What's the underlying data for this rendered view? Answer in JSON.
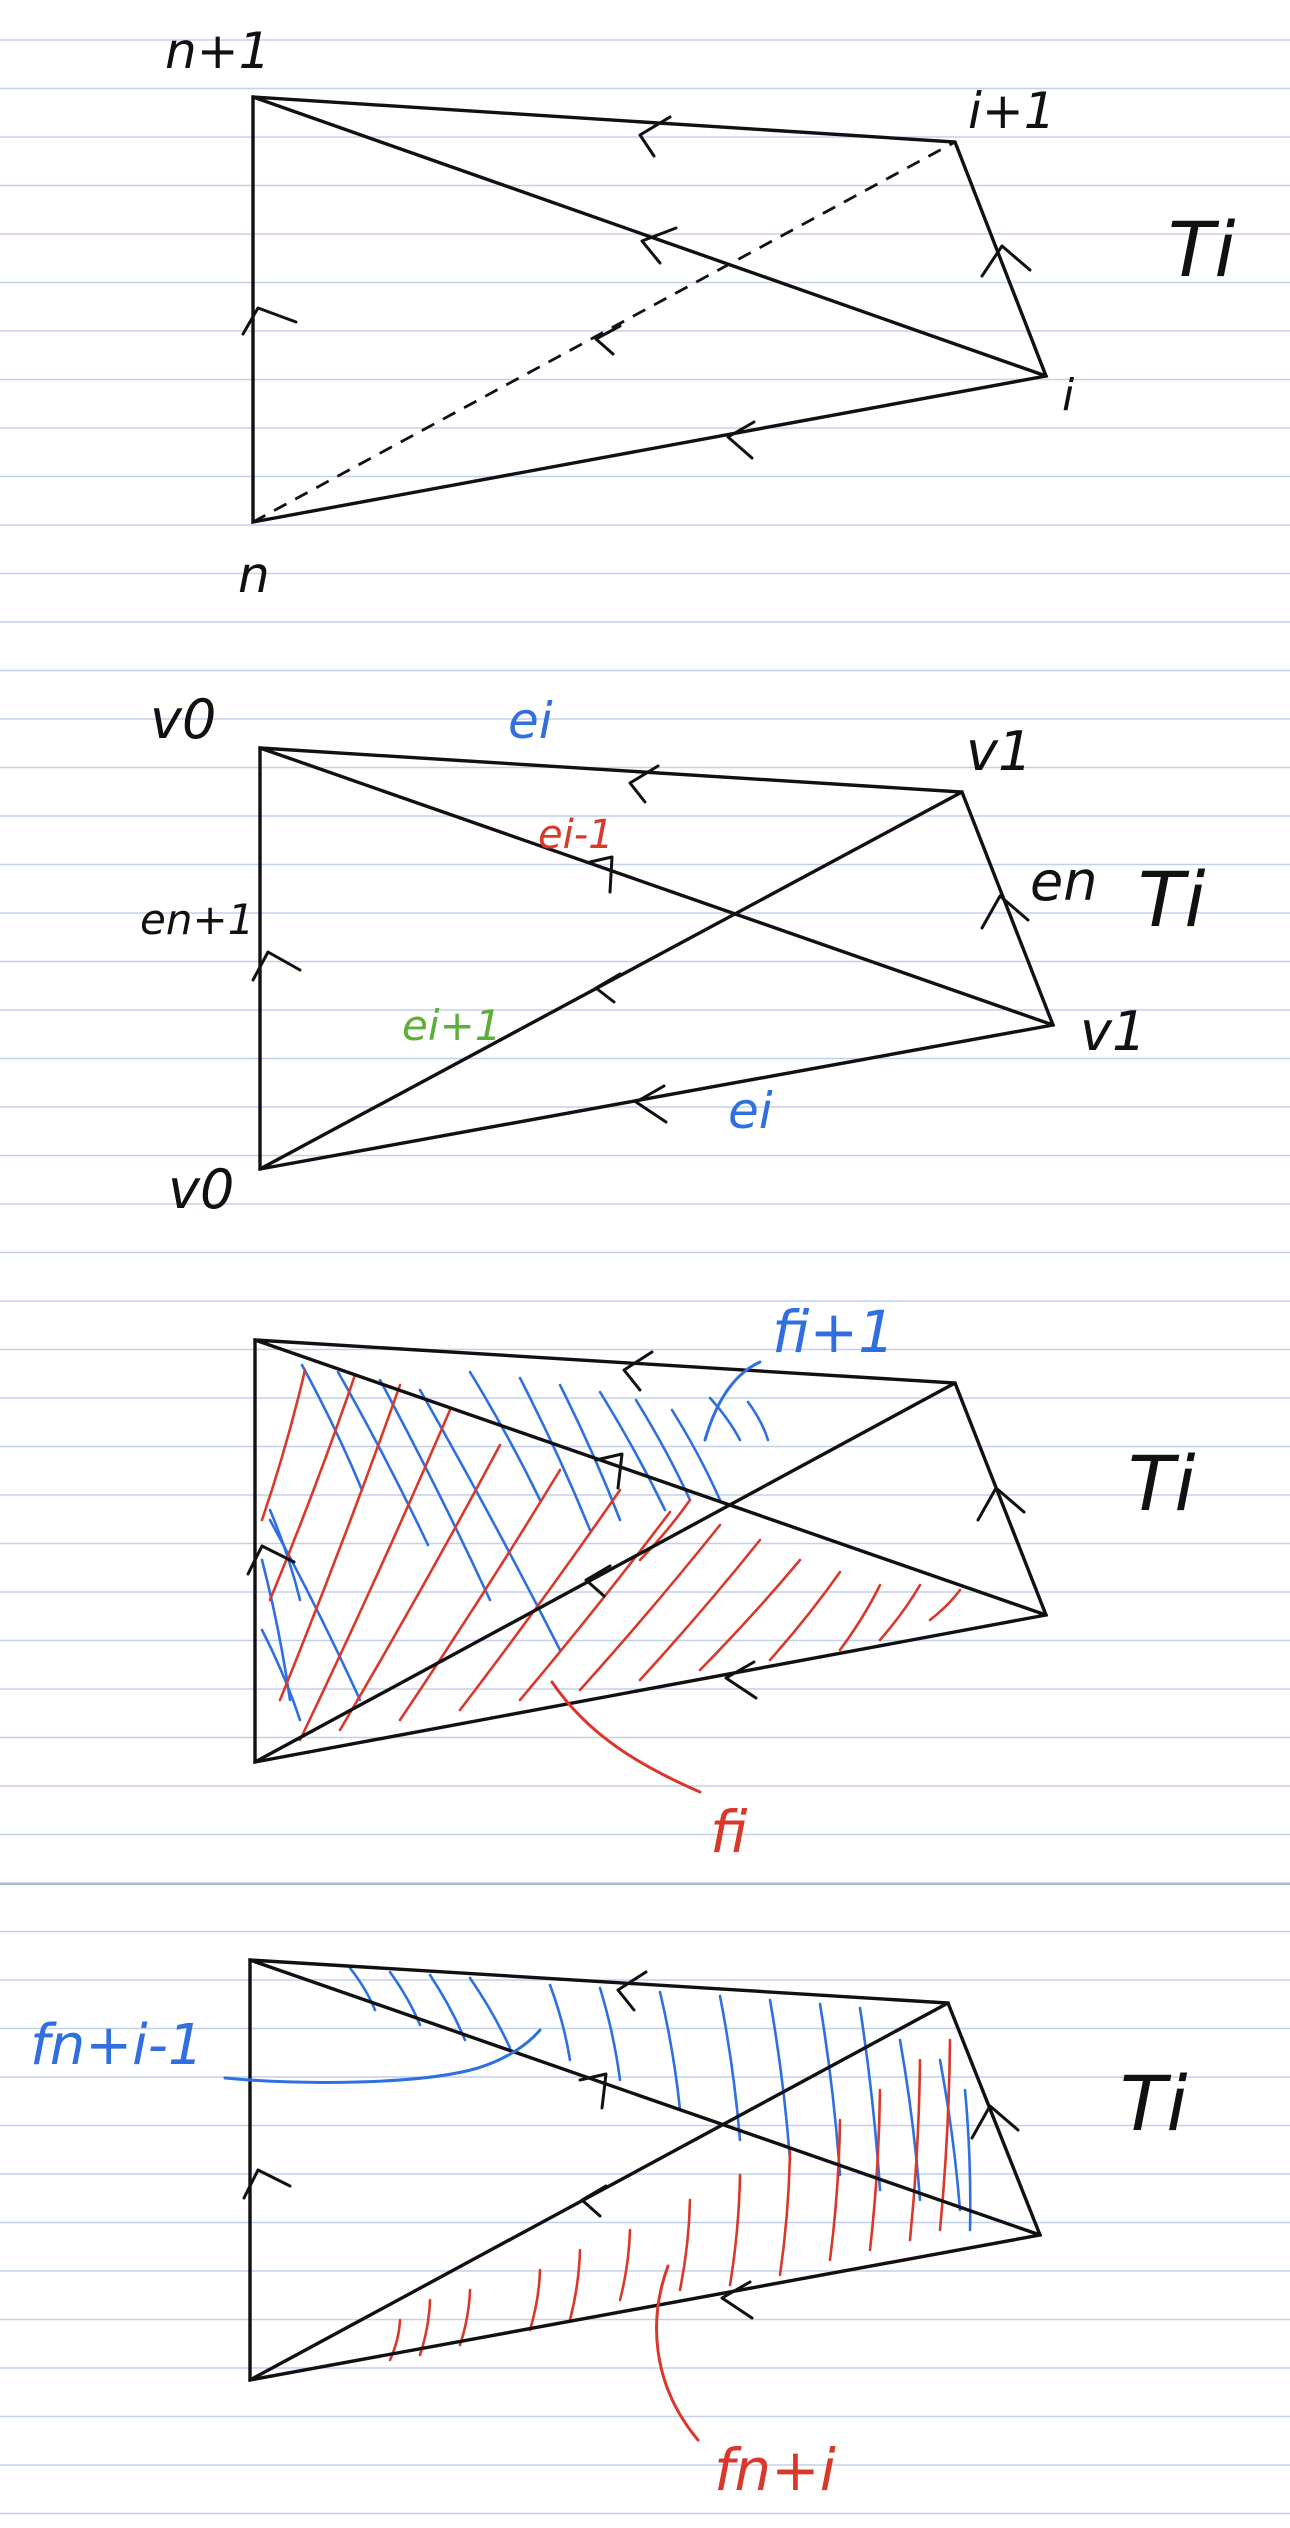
{
  "colors": {
    "black": "#111111",
    "blue": "#2f6fe0",
    "red": "#d8392b",
    "green": "#5fae3a",
    "rule": "#c4d0ea"
  },
  "panels": [
    {
      "id": "panel1",
      "vertex_labels": {
        "tl": "n+1",
        "tr": "i+1",
        "br": "i",
        "bl": "n"
      },
      "side_label": "Ti"
    },
    {
      "id": "panel2",
      "vertex_labels": {
        "tl": "v0",
        "tr": "v1",
        "br": "v1",
        "bl": "v0"
      },
      "edge_labels": {
        "top": "ei",
        "diag_tl_br": "ei-1",
        "left": "en+1",
        "right": "en",
        "diag_bl_tr": "ei+1",
        "bottom": "ei"
      },
      "side_label": "Ti"
    },
    {
      "id": "panel3",
      "face_labels": {
        "blue": "fi+1",
        "red": "fi"
      },
      "side_label": "Ti"
    },
    {
      "id": "panel4",
      "face_labels": {
        "blue": "fn+i-1",
        "red": "fn+i"
      },
      "side_label": "Ti"
    }
  ]
}
